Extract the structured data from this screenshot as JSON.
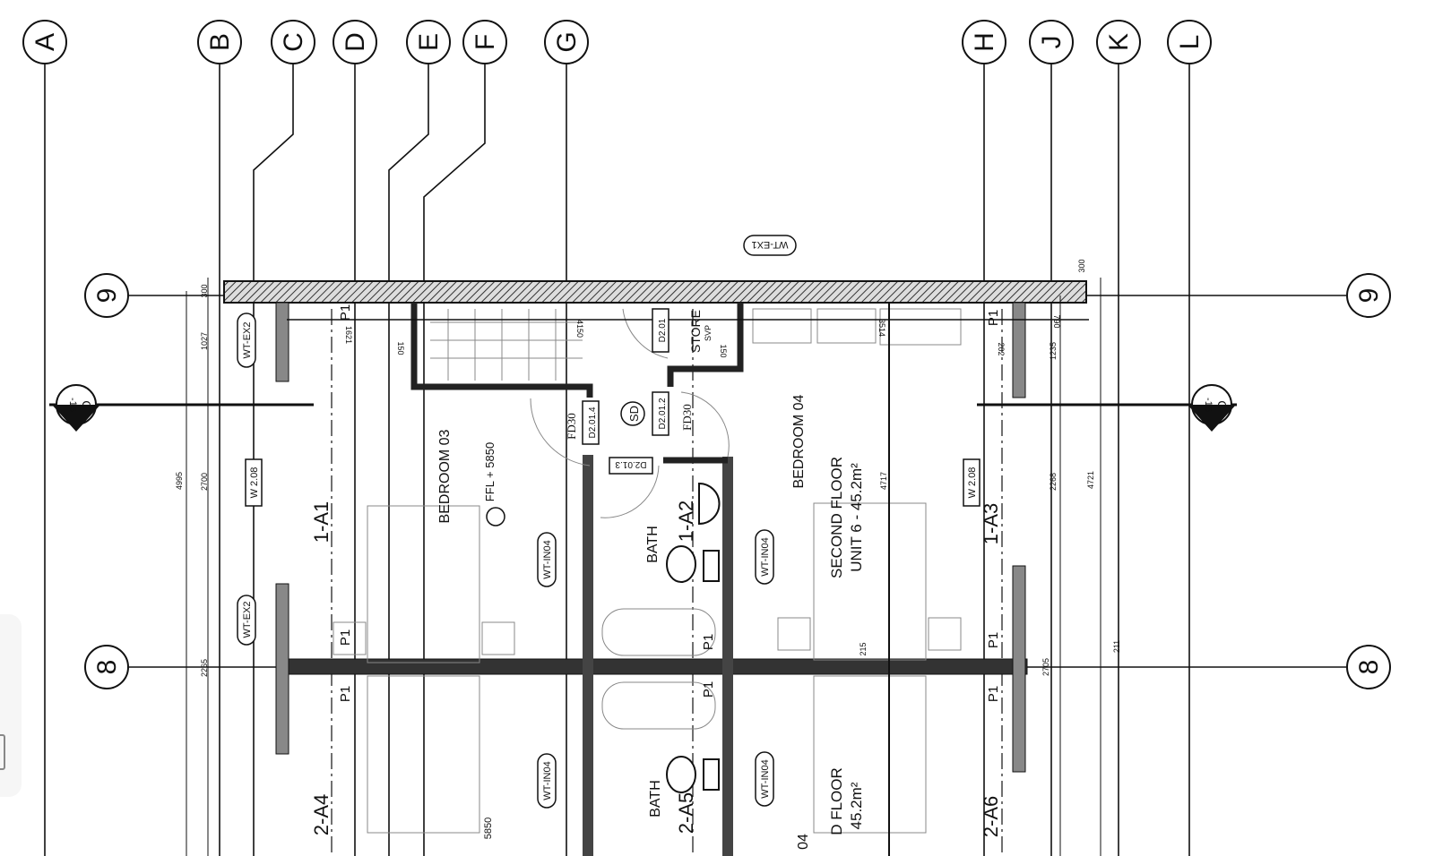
{
  "grid_columns": [
    "A",
    "B",
    "C",
    "D",
    "E",
    "F",
    "G",
    "H",
    "J",
    "K",
    "L"
  ],
  "grid_rows": [
    "9",
    "8"
  ],
  "rooms": {
    "bedroom03": "BEDROOM 03",
    "bedroom04": "BEDROOM 04",
    "bath_1": "BATH",
    "bath_2": "BATH",
    "store": "STORE",
    "svp": "SVP",
    "floor_label": "SECOND FLOOR",
    "unit_label": "UNIT 6 - 45.2m²",
    "floor_label_2": "D FLOOR",
    "unit_area_2": "45.2m²",
    "bedroom_partial": "04"
  },
  "level_marker": "FFL + 5850",
  "level_partial": "5850",
  "apartment_tags": [
    "1-A1",
    "1-A2",
    "1-A3",
    "2-A4",
    "2-A5",
    "2-A6"
  ],
  "wall_tags": {
    "ex1": "WT-EX1",
    "ex2": "WT-EX2",
    "in04": "WT-IN04"
  },
  "window_tag": "W 2.08",
  "partition_tag": "P1",
  "doors": {
    "d1": "D2.01",
    "d2": "D2.01.2",
    "d3": "D2.01.3",
    "d4": "D2.01.4",
    "fire": "FD30"
  },
  "smoke_detector": "SD",
  "section_marker": {
    "letter": "C",
    "sheet": "-15"
  },
  "dimensions": {
    "d300a": "300",
    "d1027": "1027",
    "d4995": "4995",
    "d2700": "2700",
    "d2265": "2265",
    "d2705": "2705",
    "d2268": "2268",
    "d4721": "4721",
    "d1235": "1235",
    "d790": "790",
    "d300b": "300",
    "d211": "211",
    "d215": "215",
    "d1621": "1621",
    "d150a": "150",
    "d4150": "4150",
    "d3514": "3514",
    "d202": "202",
    "d150b": "150",
    "d4717": "4717"
  }
}
